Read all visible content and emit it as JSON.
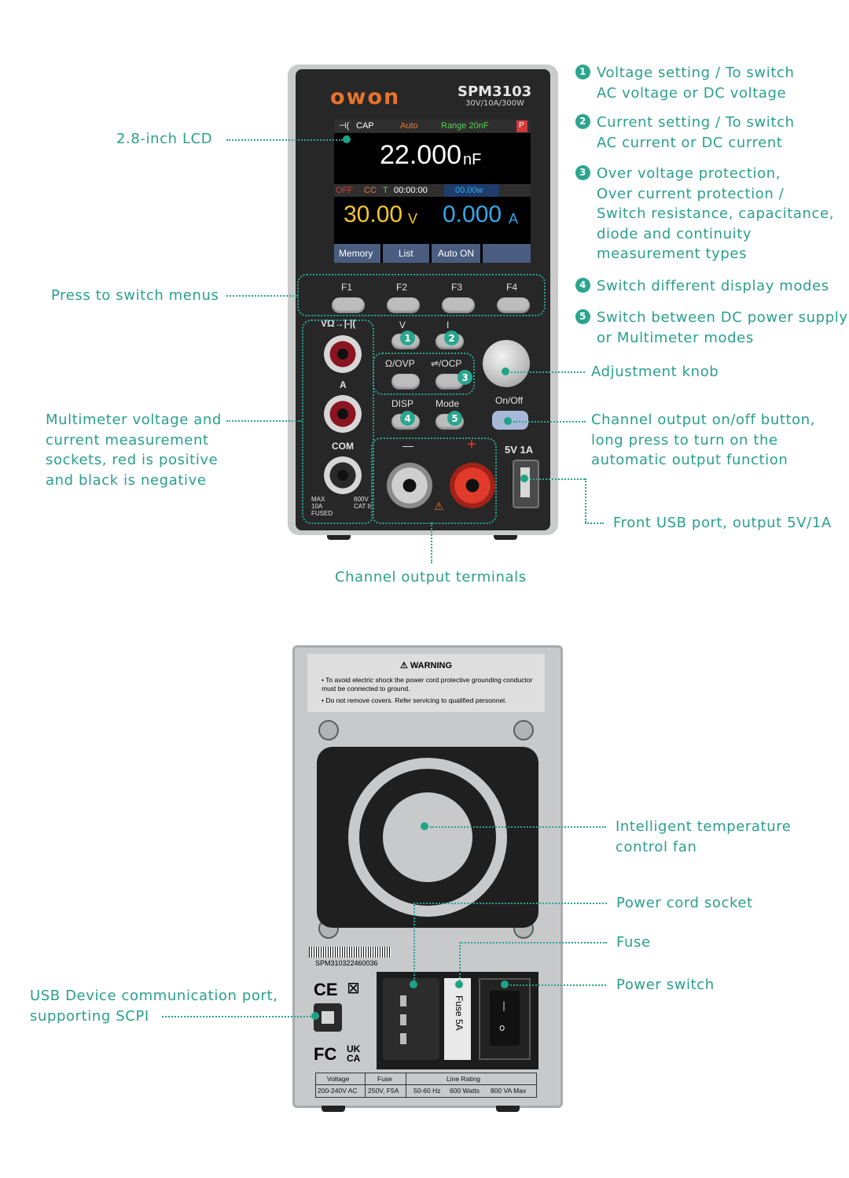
{
  "front": {
    "brand": "owon",
    "model": "SPM3103",
    "spec": "30V/10A/300W",
    "lcd": {
      "mode_icon": "capacitor-icon",
      "mode": "CAP",
      "auto": "Auto",
      "range": "Range 20nF",
      "flag": "P",
      "reading": "22.000",
      "reading_unit": "nF",
      "status_off": "OFF",
      "status_cc": "CC",
      "status_t": "T",
      "timer": "00:00:00",
      "power": "00.00w",
      "voltage": "30.00",
      "voltage_unit": "V",
      "current": "0.000",
      "current_unit": "A",
      "menu": [
        "Memory",
        "List",
        "Auto ON",
        ""
      ]
    },
    "fkeys": [
      "F1",
      "F2",
      "F3",
      "F4"
    ],
    "keys": {
      "v": "V",
      "i": "I",
      "ovp": "Ω/OVP",
      "ocp": "⇌/OCP",
      "disp": "DISP",
      "mode": "Mode",
      "onoff": "On/Off"
    },
    "sockets": {
      "vohm": "VΩ→|-|(",
      "a": "A",
      "com": "COM",
      "max": "MAX\n10A\nFUSED",
      "cat": "600V\nCAT II"
    },
    "terminals": {
      "minus": "—",
      "plus": "+"
    },
    "usb": "5V 1A"
  },
  "rear": {
    "warning_title": "WARNING",
    "warning_1": "• To avoid electric shock the power cord protective grounding conductor must be connected to ground.",
    "warning_2": "• Do not remove covers. Refer servicing to qualified personnel.",
    "serial": "SPM310322460036",
    "fuse_label": "Fuse 5A",
    "rating": {
      "headers": [
        "Voltage",
        "Fuse",
        "Line Rating"
      ],
      "values": [
        "200-240V AC",
        "250V, F5A",
        "50-60 Hz",
        "600 Watts",
        "800 VA Max"
      ]
    },
    "marks": {
      "ce": "CE",
      "fc": "FC",
      "ukca": "UK CA"
    }
  },
  "callouts": {
    "n1": "Voltage setting / To switch AC voltage or DC voltage",
    "n1_l1": "Voltage setting / To switch",
    "n1_l2": "AC voltage or DC voltage",
    "n2_l1": "Current setting / To switch",
    "n2_l2": "AC current or DC current",
    "n3_l1": "Over voltage protection,",
    "n3_l2": "Over current protection /",
    "n3_l3": "Switch resistance, capacitance,",
    "n3_l4": "diode and continuity",
    "n3_l5": "measurement types",
    "n4": "Switch different display modes",
    "n5_l1": "Switch between DC power supply",
    "n5_l2": "or Multimeter modes",
    "lcd": "2.8-inch LCD",
    "menus": "Press to switch menus",
    "knob": "Adjustment knob",
    "onoff_l1": "Channel output on/off button,",
    "onoff_l2": "long press to turn on the",
    "onoff_l3": "automatic output function",
    "sockets_l1": "Multimeter voltage and",
    "sockets_l2": "current measurement",
    "sockets_l3": "sockets, red is positive",
    "sockets_l4": "and black is negative",
    "usb": "Front USB port, output 5V/1A",
    "terminals": "Channel output terminals",
    "fan_l1": "Intelligent temperature",
    "fan_l2": "control fan",
    "cord": "Power cord socket",
    "fuse": "Fuse",
    "switch": "Power switch",
    "usbdev_l1": "USB Device communication port,",
    "usbdev_l2": "supporting SCPI"
  },
  "badges": [
    "1",
    "2",
    "3",
    "4",
    "5"
  ],
  "colors": {
    "accent": "#2a9f8c",
    "brand": "#e8742a",
    "lcd_yellow": "#f3c62a",
    "lcd_cyan": "#35a8e6"
  }
}
